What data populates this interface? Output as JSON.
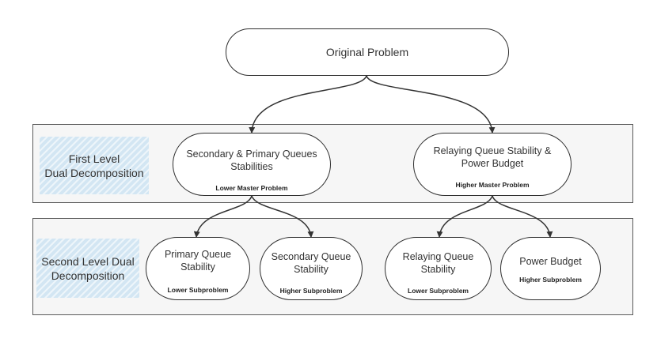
{
  "levels": {
    "first": {
      "label_line1": "First Level",
      "label_line2": "Dual Decomposition"
    },
    "second": {
      "label_line1": "Second Level Dual",
      "label_line2": "Decomposition"
    }
  },
  "nodes": {
    "root": {
      "title": "Original Problem"
    },
    "lower_master": {
      "title_line1": "Secondary & Primary Queues",
      "title_line2": "Stabilities",
      "sub": "Lower Master Problem"
    },
    "higher_master": {
      "title_line1": "Relaying Queue Stability &",
      "title_line2": "Power Budget",
      "sub": "Higher Master Problem"
    },
    "primary_queue": {
      "title_line1": "Primary Queue",
      "title_line2": "Stability",
      "sub": "Lower  Subproblem"
    },
    "secondary_queue": {
      "title_line1": "Secondary Queue",
      "title_line2": "Stability",
      "sub": "Higher Subproblem"
    },
    "relaying_queue": {
      "title_line1": "Relaying Queue",
      "title_line2": "Stability",
      "sub": "Lower  Subproblem"
    },
    "power_budget": {
      "title_line1": "Power Budget",
      "sub": "Higher  Subproblem"
    }
  },
  "colors": {
    "tag_fill": "#d3e6f3",
    "border": "#2f2f2f",
    "band_fill": "#f6f6f6"
  }
}
